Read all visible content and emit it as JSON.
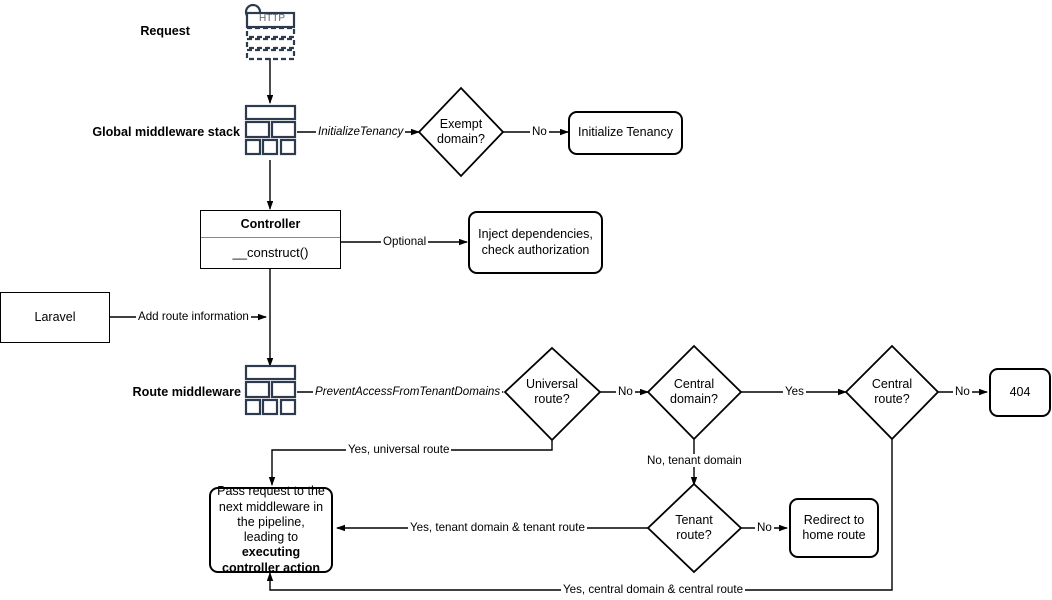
{
  "diagram": {
    "title": "Laravel tenancy request lifecycle flowchart",
    "stroke_color": "#000000",
    "icon_color": "#2e3b4e",
    "background": "#ffffff"
  },
  "labels": {
    "request": "Request",
    "global_middleware_stack": "Global middleware stack",
    "route_middleware": "Route middleware",
    "http_icon_text": "HTTP"
  },
  "nodes": {
    "exempt_domain": "Exempt\ndomain?",
    "initialize_tenancy": "Initialize Tenancy",
    "controller_title": "Controller",
    "controller_method": "__construct()",
    "inject_dependencies": "Inject dependencies,\ncheck authorization",
    "laravel": "Laravel",
    "universal_route": "Universal\nroute?",
    "central_domain": "Central\ndomain?",
    "central_route": "Central\nroute?",
    "not_found": "404",
    "tenant_route": "Tenant\nroute?",
    "redirect_home": "Redirect to\nhome route",
    "pass_request_plain": "Pass request to the next middleware in the pipeline, leading to ",
    "pass_request_bold": "executing controller action"
  },
  "edges": {
    "initialize_tenancy_mw": "InitializeTenancy",
    "exempt_no": "No",
    "optional": "Optional",
    "add_route_information": "Add route information",
    "prevent_access_mw": "PreventAccessFromTenantDomains",
    "universal_no": "No",
    "central_domain_yes": "Yes",
    "central_route_no": "No",
    "yes_universal_route": "Yes, universal route",
    "no_tenant_domain": "No, tenant domain",
    "yes_tenant_domain_tenant_route": "Yes, tenant domain & tenant route",
    "tenant_route_no": "No",
    "yes_central_domain_central_route": "Yes, central domain & central route"
  }
}
